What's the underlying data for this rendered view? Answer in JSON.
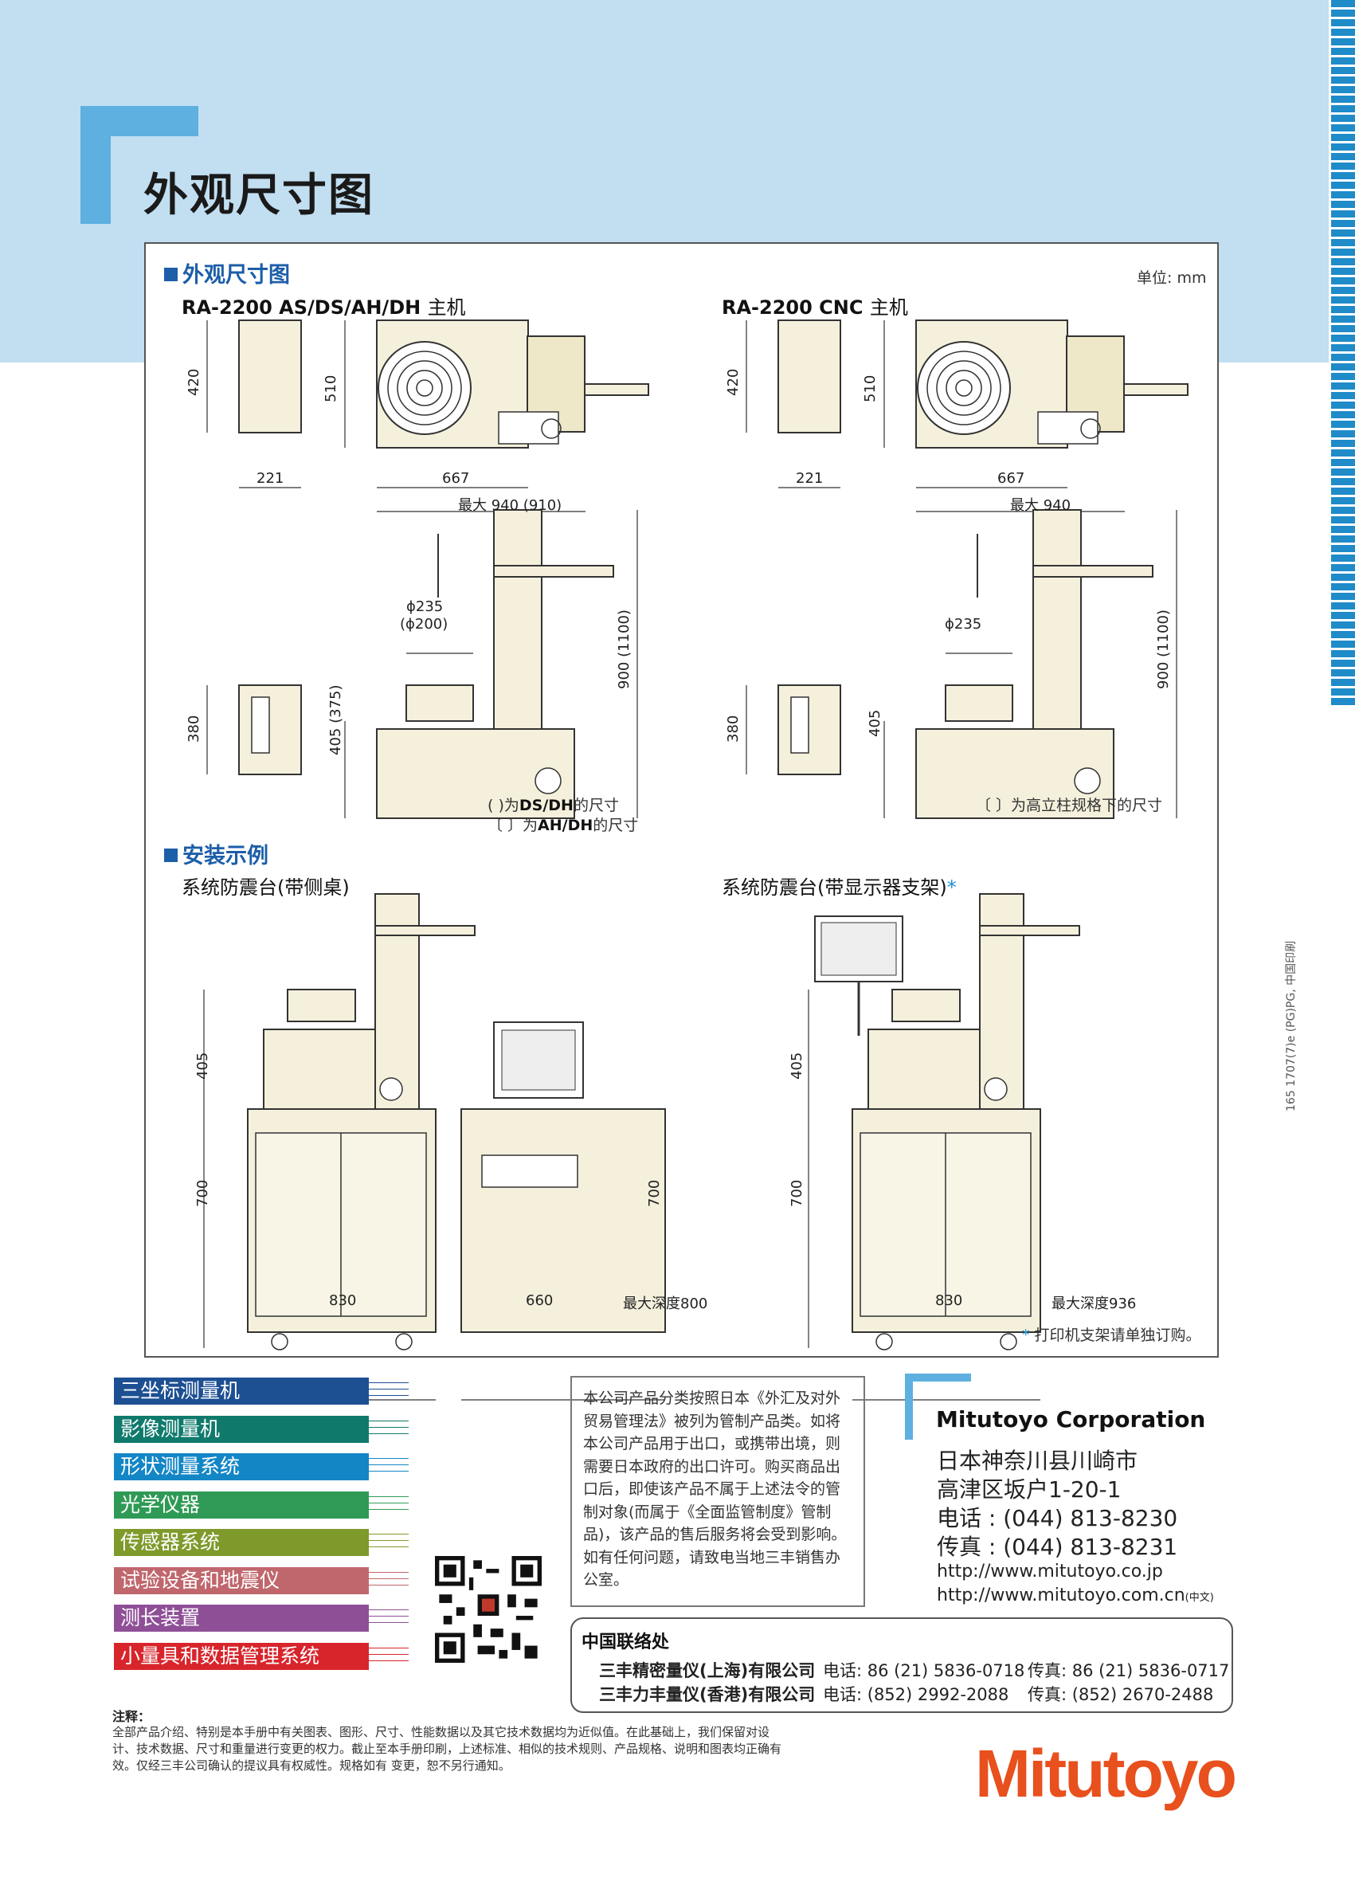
{
  "header": {
    "title": "外观尺寸图"
  },
  "main": {
    "section1": {
      "title": "外观尺寸图",
      "unit": "单位: mm"
    },
    "model_left": {
      "name": "RA-2200 AS/DS/AH/DH",
      "suffix": "主机"
    },
    "model_right": {
      "name": "RA-2200 CNC",
      "suffix": "主机"
    },
    "dims_left": {
      "side_h": "420",
      "front_h": "510",
      "side_w": "221",
      "front_w": "667",
      "max_w": "最大 940 (910)",
      "dia1": "ϕ235",
      "dia2": "(ϕ200)",
      "col_h": "900 (1100)",
      "table_h": "405 (375)",
      "unit_h": "380"
    },
    "dims_right": {
      "side_h": "420",
      "front_h": "510",
      "side_w": "221",
      "front_w": "667",
      "max_w": "最大 940",
      "dia1": "ϕ235",
      "col_h": "900 (1100)",
      "table_h": "405",
      "unit_h": "380"
    },
    "notes_left": {
      "line1_pre": "( )为",
      "line1_bold": "DS/DH",
      "line1_post": "的尺寸",
      "line2_pre": "〔 〕为",
      "line2_bold": "AH/DH",
      "line2_post": "的尺寸"
    },
    "notes_right": {
      "line1": "〔 〕为高立柱规格下的尺寸"
    },
    "section2": {
      "title": "安装示例"
    },
    "install_left": {
      "title": "系统防震台(带侧桌)",
      "h1": "405",
      "h2": "700",
      "h3": "700",
      "w1": "830",
      "w2": "660",
      "depth": "最大深度800"
    },
    "install_right": {
      "title": "系统防震台(带显示器支架)",
      "star": "*",
      "h1": "405",
      "h2": "700",
      "w1": "830",
      "depth": "最大深度936"
    },
    "print_note": {
      "star": "*",
      "text": "打印机支架请单独订购。"
    }
  },
  "categories": [
    {
      "label": "三坐标测量机",
      "color": "#1d4f93"
    },
    {
      "label": "影像测量机",
      "color": "#0f7a6c"
    },
    {
      "label": "形状测量系统",
      "color": "#1386c6"
    },
    {
      "label": "光学仪器",
      "color": "#2f9a55"
    },
    {
      "label": "传感器系统",
      "color": "#7e9a2b"
    },
    {
      "label": "试验设备和地震仪",
      "color": "#c0676d"
    },
    {
      "label": "测长装置",
      "color": "#8f4f97"
    },
    {
      "label": "小量具和数据管理系统",
      "color": "#d8252c"
    }
  ],
  "legal": {
    "text": "本公司产品分类按照日本《外汇及对外贸易管理法》被列为管制产品类。如将本公司产品用于出口，或携带出境，则需要日本政府的出口许可。购买商品出口后，即使该产品不属于上述法令的管制对象(而属于《全面监管制度》管制品)，该产品的售后服务将会受到影响。如有任何问题，请致电当地三丰销售办公室。"
  },
  "corporation": {
    "name": "Mitutoyo Corporation",
    "address1": "日本神奈川县川崎市",
    "address2": "高津区坂户1-20-1",
    "tel": "电话 : (044) 813-8230",
    "fax": "传真 : (044) 813-8231",
    "web1": "http://www.mitutoyo.co.jp",
    "web2": "http://www.mitutoyo.com.cn",
    "web2_tag": "(中文)"
  },
  "china_contact": {
    "title": "中国联络处",
    "rows": [
      {
        "company": "三丰精密量仪(上海)有限公司",
        "tel": "电话: 86 (21) 5836-0718",
        "fax": "传真: 86 (21) 5836-0717"
      },
      {
        "company": "三丰力丰量仪(香港)有限公司",
        "tel": "电话: (852) 2992-2088",
        "fax": "传真: (852) 2670-2488"
      }
    ]
  },
  "footnote": {
    "title": "注释：",
    "text": "全部产品介绍、特别是本手册中有关图表、图形、尺寸、性能数据以及其它技术数据均为近似值。在此基础上，我们保留对设计、技术数据、尺寸和重量进行变更的权力。截止至本手册印刷，上述标准、相似的技术规则、产品规格、说明和图表均正确有效。仅经三丰公司确认的提议具有权威性。规格如有 变更，恕不另行通知。"
  },
  "logo": {
    "text": "Mitutoyo"
  },
  "print_code": "165 1707(7)e (PG)PG, 中国印刷"
}
